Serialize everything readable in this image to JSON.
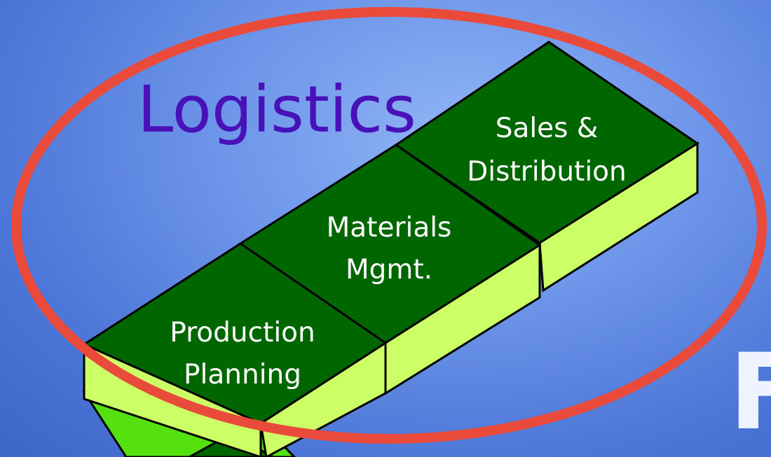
{
  "diagram": {
    "title": "Logistics",
    "edge_fragment": "F",
    "colors": {
      "background": "#6f97ea",
      "block_top": "#006600",
      "block_side": "#ccff66",
      "ellipse": "#ea4a3a",
      "title": "#4812b8"
    },
    "modules": [
      {
        "line1": "Production",
        "line2": "Planning"
      },
      {
        "line1": "Materials",
        "line2": "Mgmt."
      },
      {
        "line1": "Sales &",
        "line2": "Distribution"
      }
    ]
  }
}
